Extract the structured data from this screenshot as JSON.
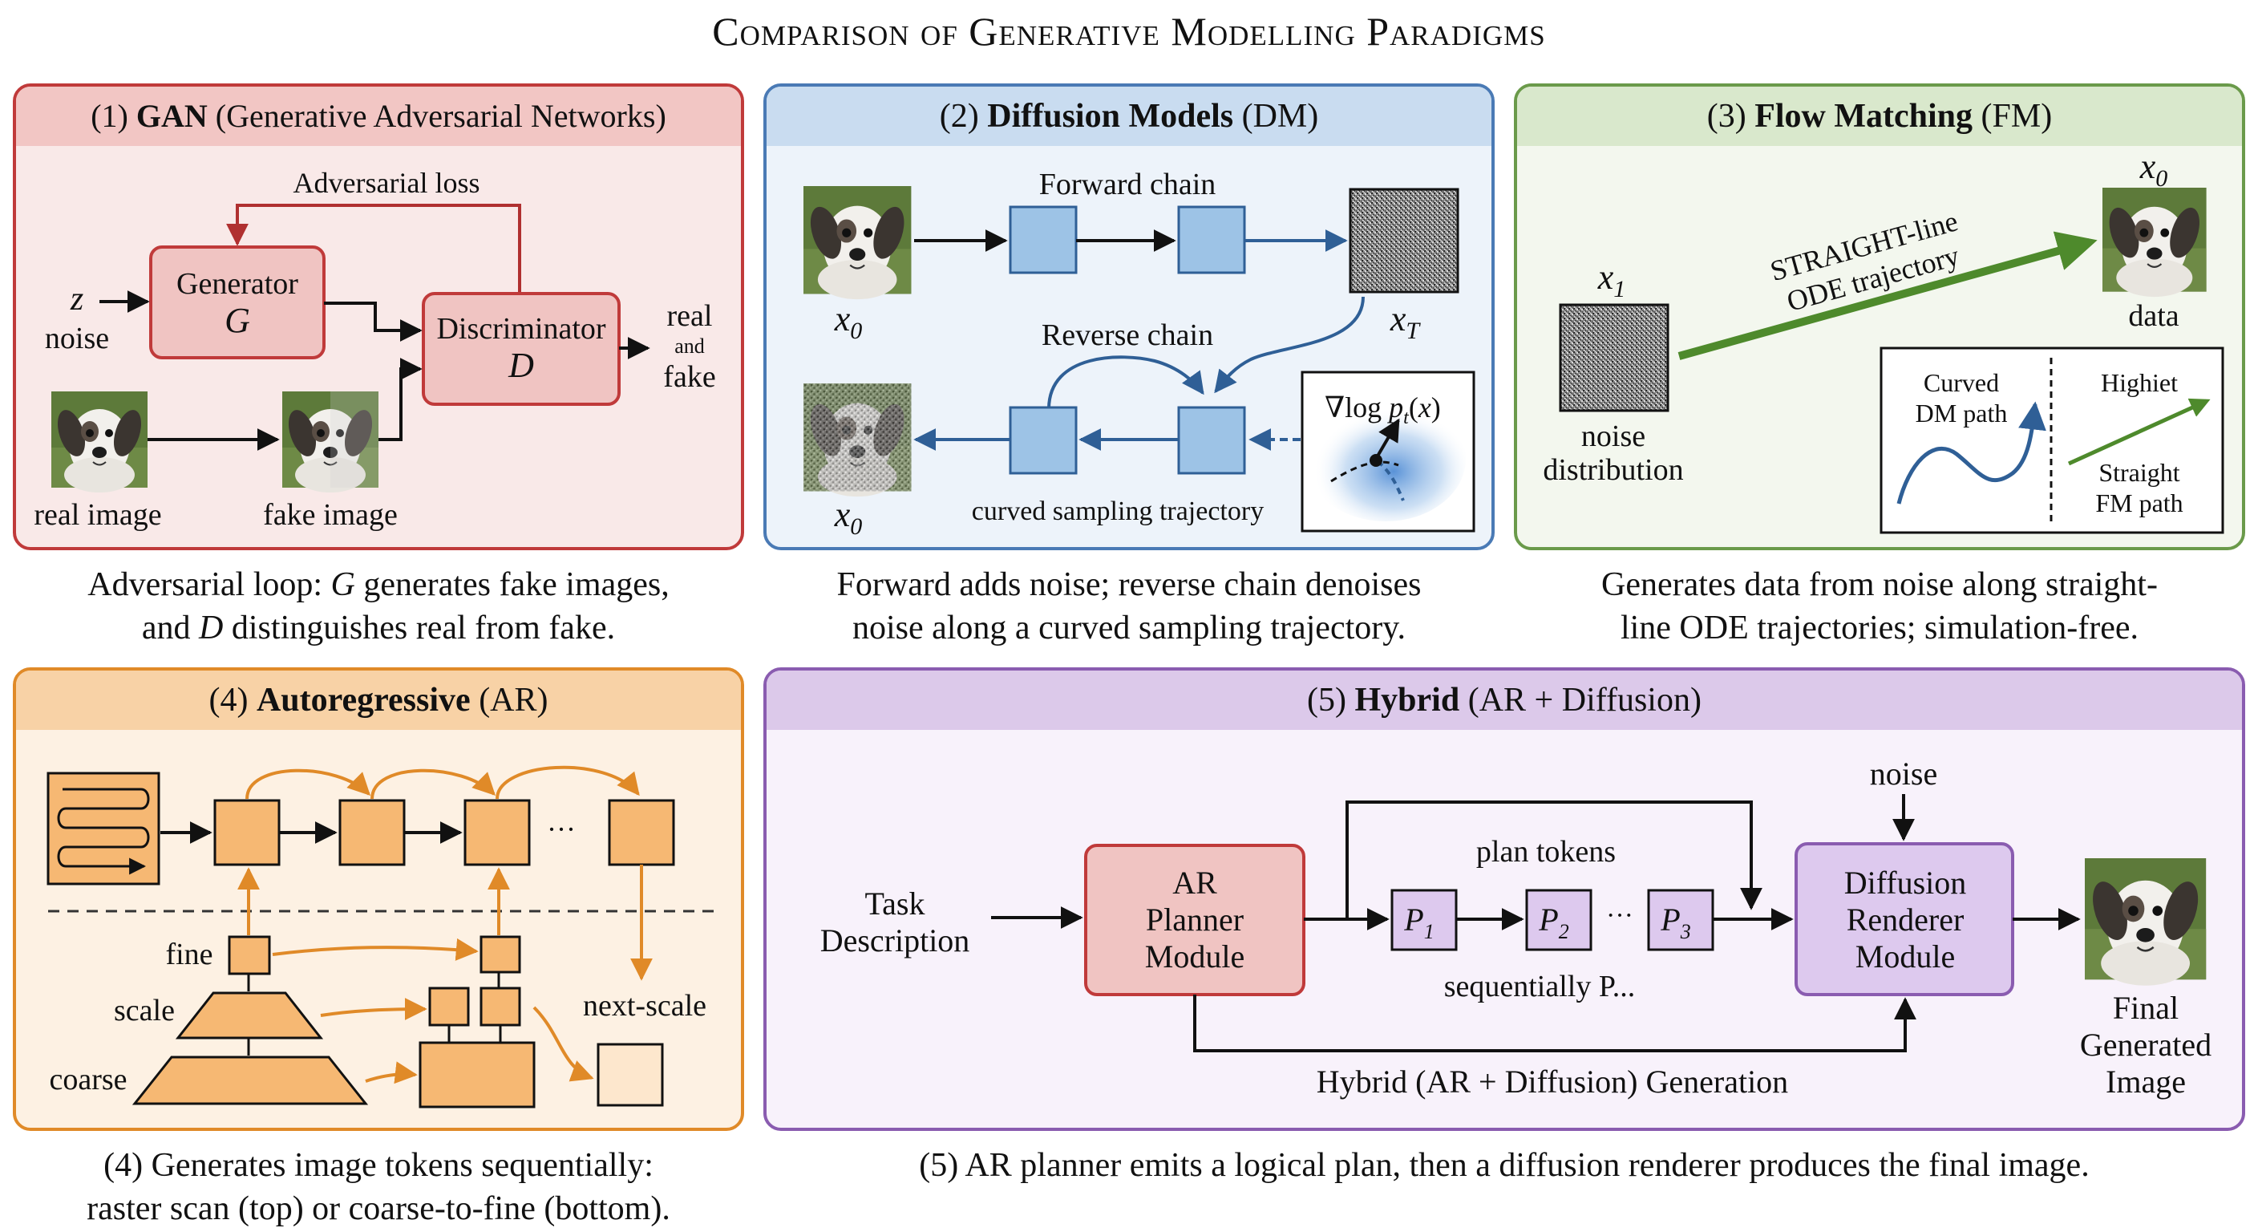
{
  "title": "Comparison of Generative Modelling Paradigms",
  "colors": {
    "gan": "#c03a3a",
    "gan_bg": "#f9e9e8",
    "gan_head": "#f2c6c4",
    "gan_box": "#f0c4c2",
    "dm": "#4a7ab5",
    "dm_bg": "#edf3fa",
    "dm_head": "#c9dcf0",
    "dm_box": "#9dc3e6",
    "fm": "#6a9a4a",
    "fm_bg": "#f3f7ee",
    "fm_head": "#d9e8cc",
    "fm_arrow": "#4e8a2c",
    "ar": "#e08a28",
    "ar_bg": "#fdf1e3",
    "ar_head": "#f8d2a6",
    "ar_box": "#f6b873",
    "hy": "#8a5cb0",
    "hy_bg": "#f8f2fb",
    "hy_head": "#dcc9ea",
    "hy_box": "#ddc9ee"
  },
  "gan": {
    "num": "(1)",
    "name": "GAN",
    "full": "(Generative Adversarial Networks)",
    "adv_loss": "Adversarial loss",
    "generator": "Generator",
    "g": "G",
    "discriminator": "Discriminator",
    "d": "D",
    "z": "z",
    "noise": "noise",
    "real": "real",
    "and": "and",
    "fake": "fake",
    "real_image": "real image",
    "fake_image": "fake image",
    "caption_l1_a": "Adversarial loop: ",
    "caption_l1_g": "G",
    "caption_l1_b": " generates fake images,",
    "caption_l2_a": "and ",
    "caption_l2_d": "D",
    "caption_l2_b": " distinguishes real from fake."
  },
  "dm": {
    "num": "(2)",
    "name": "Diffusion Models",
    "abbr": "(DM)",
    "forward": "Forward chain",
    "reverse": "Reverse chain",
    "x0": "x",
    "x0_sub": "0",
    "xT": "x",
    "xT_sub": "T",
    "curved": "curved sampling trajectory",
    "score": "∇log",
    "caption_l1": "Forward adds noise; reverse chain denoises",
    "caption_l2": "noise along a curved sampling trajectory."
  },
  "fm": {
    "num": "(3)",
    "name": "Flow Matching",
    "abbr": "(FM)",
    "x0": "x",
    "x0_sub": "0",
    "data": "data",
    "x1": "x",
    "x1_sub": "1",
    "noise_l1": "noise",
    "noise_l2": "distribution",
    "straight_l1": "STRAIGHT-line",
    "straight_l2": "ODE trajectory",
    "curved_l1": "Curved",
    "curved_l2": "DM path",
    "highiet": "Highiet",
    "straight_fm_l1": "Straight",
    "straight_fm_l2": "FM path",
    "caption_l1": "Generates data from noise along straight-",
    "caption_l2": "line ODE trajectories; simulation-free."
  },
  "ar": {
    "num": "(4)",
    "name": "Autoregressive",
    "abbr": "(AR)",
    "dots": "···",
    "fine": "fine",
    "scale": "scale",
    "coarse": "coarse",
    "next_scale": "next-scale",
    "caption_l1": "(4) Generates image tokens sequentially:",
    "caption_l2": "raster scan (top) or coarse-to-fine (bottom)."
  },
  "hy": {
    "num": "(5)",
    "name": "Hybrid",
    "abbr": "(AR + Diffusion)",
    "task_l1": "Task",
    "task_l2": "Description",
    "planner_l1": "AR",
    "planner_l2": "Planner",
    "planner_l3": "Module",
    "plan_tokens": "plan tokens",
    "p": "P",
    "p1": "1",
    "p2": "2",
    "p3": "3",
    "dots": "···",
    "sequentially": "sequentially P...",
    "noise": "noise",
    "renderer_l1": "Diffusion",
    "renderer_l2": "Renderer",
    "renderer_l3": "Module",
    "final_l1": "Final",
    "final_l2": "Generated",
    "final_l3": "Image",
    "bottom_label": "Hybrid (AR + Diffusion) Generation",
    "caption": "(5) AR planner emits a logical plan, then a diffusion renderer produces the final image."
  }
}
